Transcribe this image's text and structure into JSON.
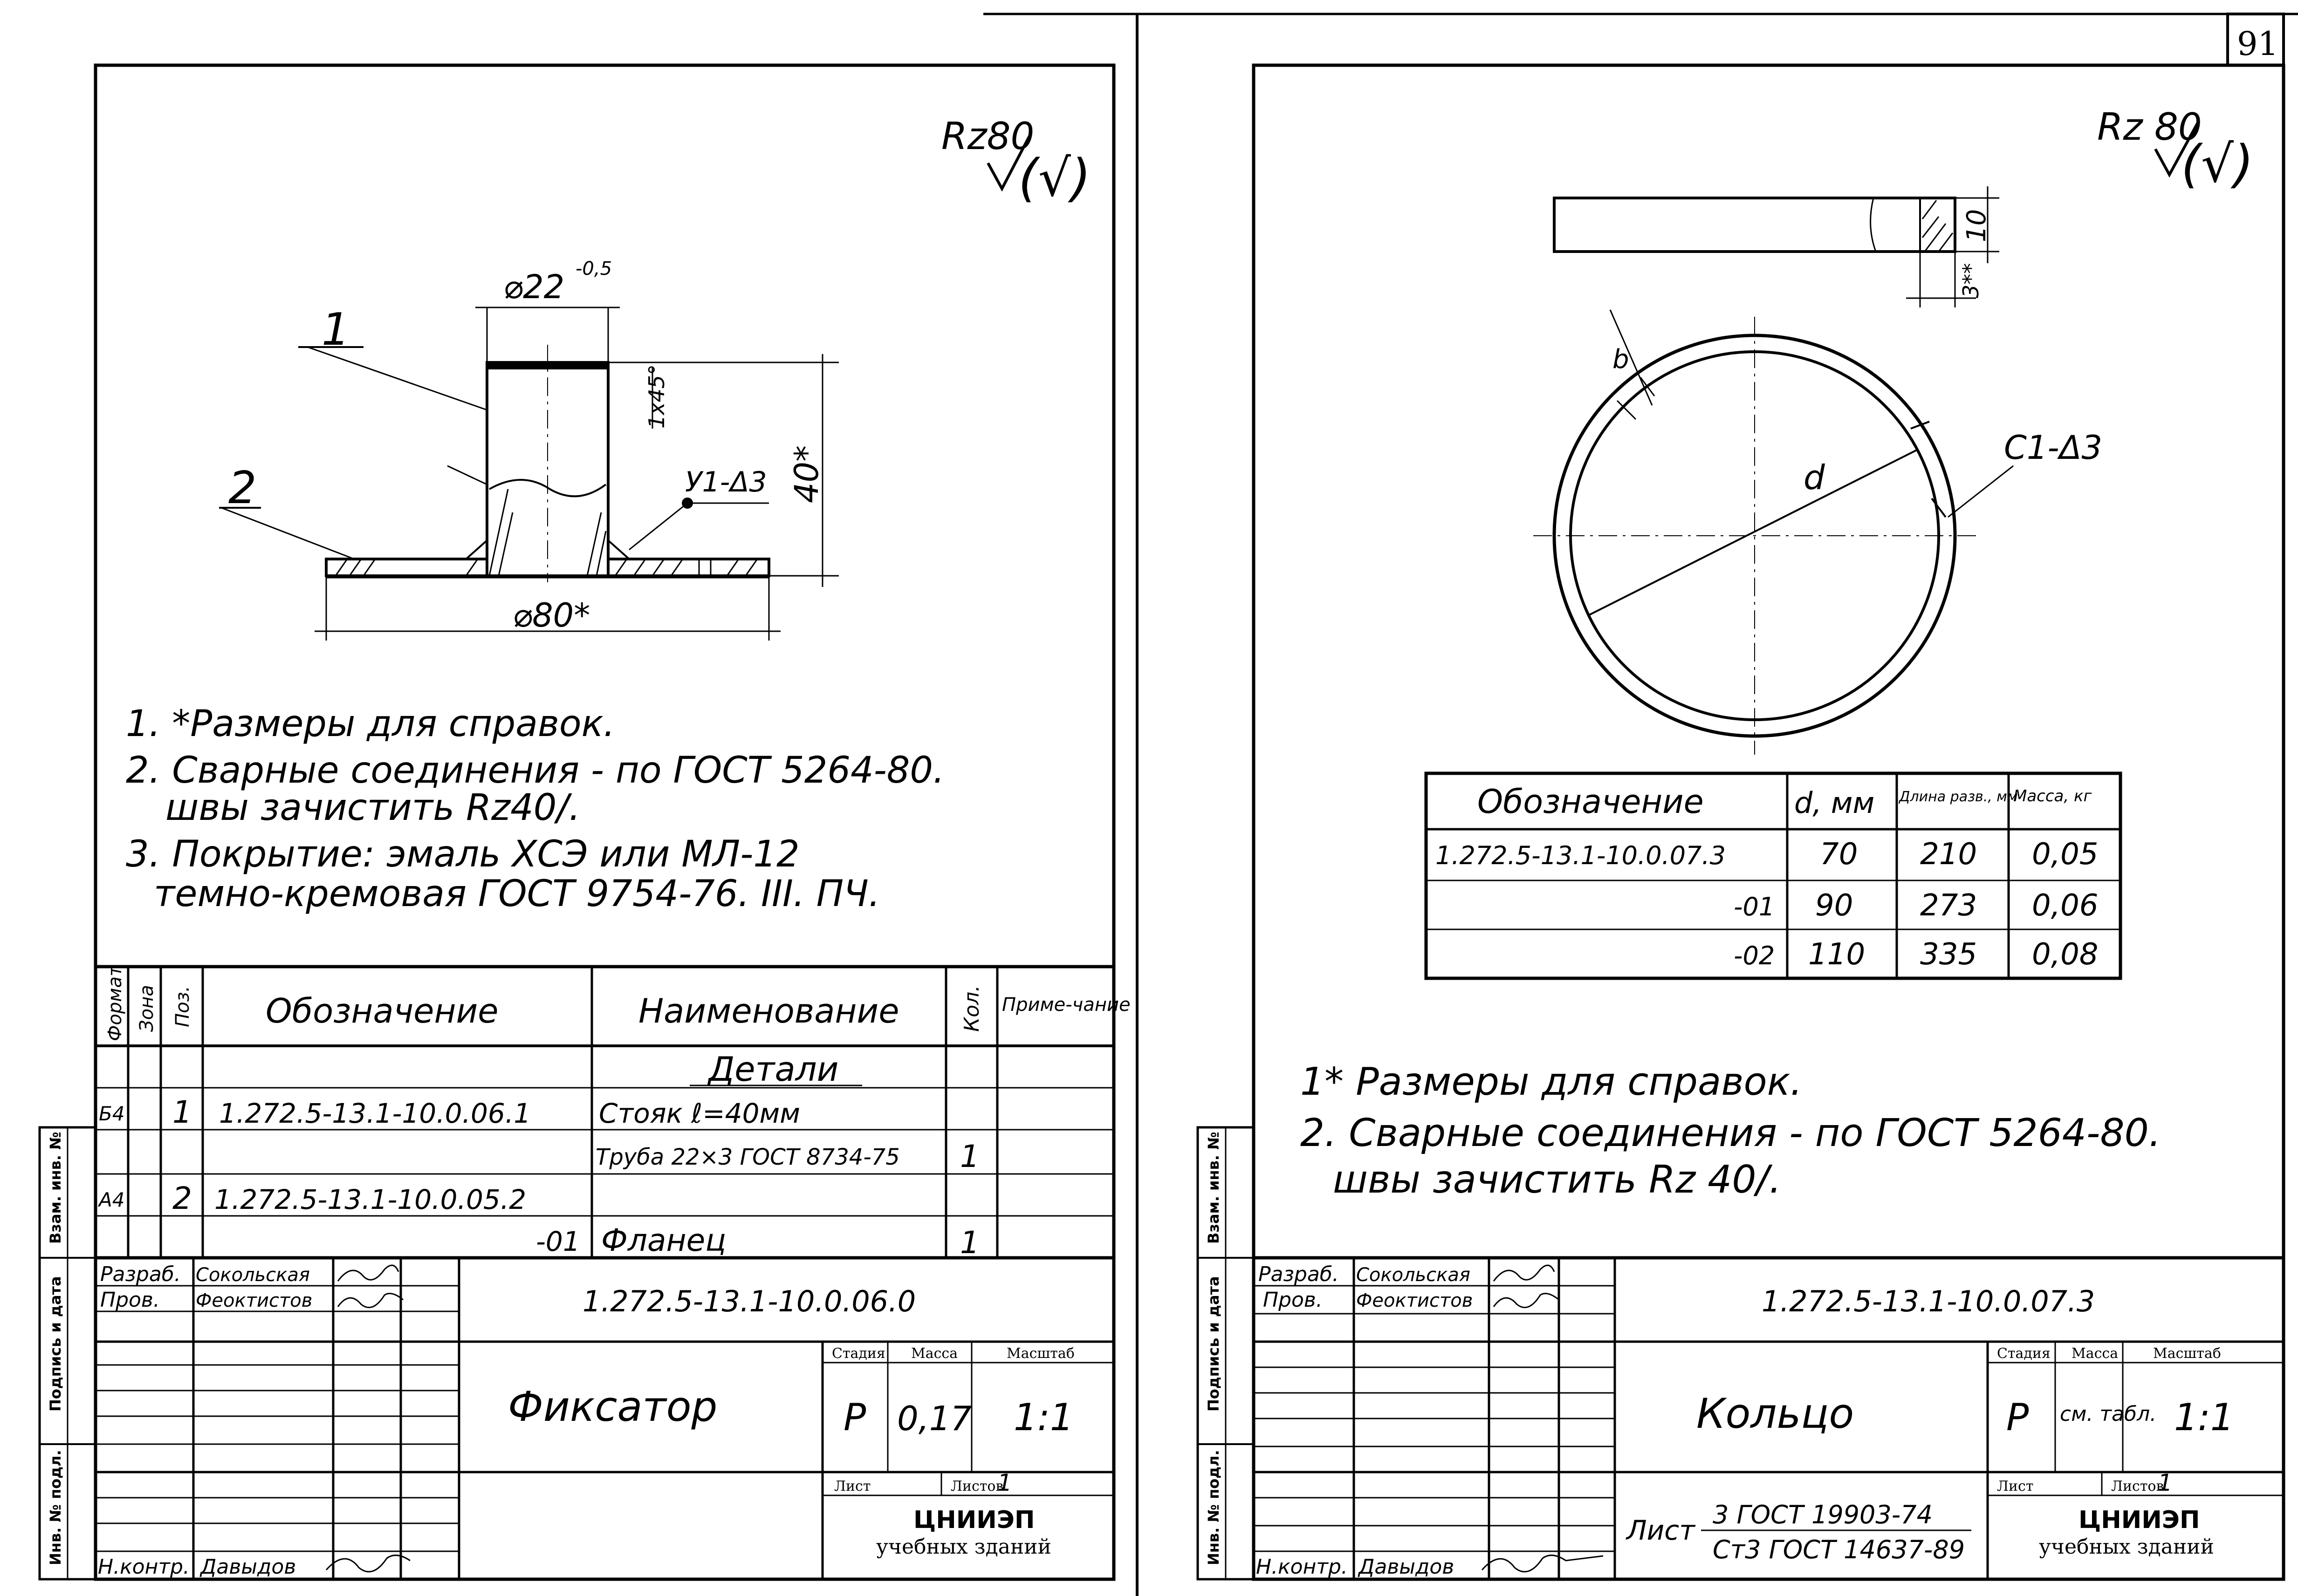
{
  "page_number": "91",
  "left_sheet": {
    "roughness": {
      "value": "Rz80",
      "mark": "(√)"
    },
    "callouts": {
      "pos1": "1",
      "pos2": "2"
    },
    "dims": {
      "d22": "⌀22",
      "d22_tol": "-0,5",
      "chamfer": "1x45°",
      "h40": "40*",
      "weld": "У1-Δ3",
      "d80": "⌀80*"
    },
    "notes": [
      "1. *Размеры для справок.",
      "2. Сварные соединения - по ГОСТ 5264-80.",
      "швы зачистить Rz40/.",
      "3. Покрытие: эмаль ХСЭ или МЛ-12",
      "темно-кремовая ГОСТ 9754-76. III. ПЧ."
    ],
    "spec": {
      "headers": {
        "format": "Формат",
        "zone": "Зона",
        "pos": "Поз.",
        "designation": "Обозначение",
        "name": "Наименование",
        "qty": "Кол.",
        "note": "Приме-чание"
      },
      "section": "Детали",
      "rows": [
        {
          "format": "Б4",
          "pos": "1",
          "designation": "1.272.5-13.1-10.0.06.1",
          "name": "Стояк ℓ=40мм",
          "qty": ""
        },
        {
          "format": "",
          "pos": "",
          "designation": "",
          "name": "Труба 22×3 ГОСТ 8734-75",
          "qty": "1"
        },
        {
          "format": "А4",
          "pos": "2",
          "designation": "1.272.5-13.1-10.0.05.2",
          "name": "",
          "qty": ""
        },
        {
          "format": "",
          "pos": "",
          "designation": "-01",
          "name": "Фланец",
          "qty": "1"
        }
      ]
    },
    "stamp": {
      "role1": "Разраб.",
      "person1": "Сокольская",
      "role2": "Пров.",
      "person2": "Феоктистов",
      "role3": "Н.контр.",
      "person3": "Давыдов",
      "doc_number": "1.272.5-13.1-10.0.06.0",
      "title": "Фиксатор",
      "stage_label": "Стадия",
      "mass_label": "Масса",
      "scale_label": "Масштаб",
      "stage": "Р",
      "mass": "0,17",
      "scale": "1:1",
      "sheet_label": "Лист",
      "sheets_label": "Листов",
      "sheets": "1",
      "org1": "ЦНИИЭП",
      "org2": "учебных зданий"
    }
  },
  "right_sheet": {
    "roughness": {
      "value": "Rz 80",
      "mark": "(√)"
    },
    "dims": {
      "h10": "10",
      "t3": "3**",
      "b": "b",
      "d": "d",
      "weld": "С1-Δ3"
    },
    "table": {
      "headers": [
        "Обозначение",
        "d, мм",
        "Длина разв., мм",
        "Масса, кг"
      ],
      "rows": [
        [
          "1.272.5-13.1-10.0.07.3",
          "70",
          "210",
          "0,05"
        ],
        [
          "-01",
          "90",
          "273",
          "0,06"
        ],
        [
          "-02",
          "110",
          "335",
          "0,08"
        ]
      ]
    },
    "notes": [
      "1* Размеры для справок.",
      "2. Сварные соединения - по ГОСТ 5264-80.",
      "швы зачистить Rz 40/."
    ],
    "stamp": {
      "role1": "Разраб.",
      "person1": "Сокольская",
      "role2": "Пров.",
      "person2": "Феоктистов",
      "role3": "Н.контр.",
      "person3": "Давыдов",
      "doc_number": "1.272.5-13.1-10.0.07.3",
      "title": "Кольцо",
      "stage_label": "Стадия",
      "mass_label": "Масса",
      "scale_label": "Масштаб",
      "stage": "Р",
      "mass": "см. табл.",
      "scale": "1:1",
      "sheet_label": "Лист",
      "sheets_label": "Листов",
      "sheets": "1",
      "material_label": "Лист",
      "material_top": "3 ГОСТ 19903-74",
      "material_bottom": "Ст3 ГОСТ 14637-89",
      "org1": "ЦНИИЭП",
      "org2": "учебных зданий"
    }
  },
  "side_stamp": {
    "vzam": "Взам. инв. №",
    "podpis": "Подпись и дата",
    "inv": "Инв. № подл."
  }
}
